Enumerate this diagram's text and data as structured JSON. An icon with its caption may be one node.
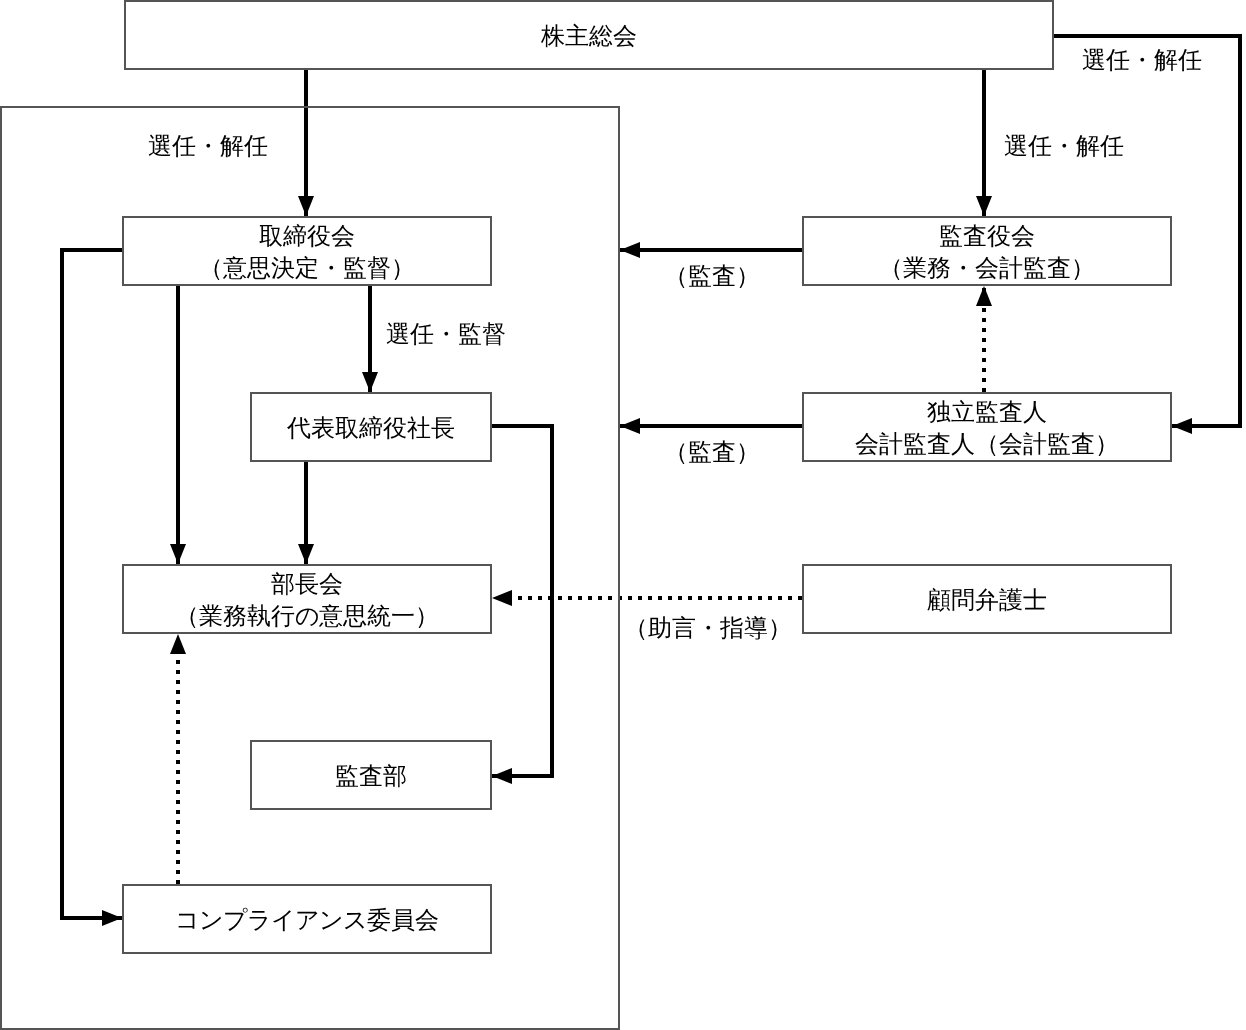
{
  "diagram": {
    "nodes": [
      {
        "text": [
          "株主総会"
        ]
      },
      {
        "text": [],
        "shape": "box"
      },
      {
        "text": [
          "取締役会",
          "（意思決定・監督）"
        ],
        "in": 1
      },
      {
        "text": [
          "監査役会",
          "（業務・会計監査）"
        ]
      },
      {
        "text": [
          "代表取締役社長"
        ],
        "in": 1
      },
      {
        "text": [
          "独立監査人",
          "会計監査人（会計監査）"
        ]
      },
      {
        "text": [
          "部長会",
          "（業務執行の意思統一）"
        ],
        "in": 1
      },
      {
        "text": [
          "顧問弁護士"
        ]
      },
      {
        "text": [
          "監査部"
        ],
        "in": 1
      },
      {
        "text": [
          "コンプライアンス委員会"
        ],
        "in": 1
      }
    ],
    "edges": [
      {
        "from": 0,
        "to": 2,
        "arrow": "to",
        "label": "選任・解任"
      },
      {
        "from": 0,
        "to": 3,
        "arrow": "to",
        "label": "選任・解任"
      },
      {
        "from": 0,
        "to": 5,
        "arrow": "to",
        "label": "選任・解任"
      },
      {
        "from": 3,
        "to": 1,
        "arrow": "to",
        "label": "（監査）"
      },
      {
        "from": 5,
        "to": 1,
        "arrow": "to",
        "label": "（監査）"
      },
      {
        "from": 5,
        "to": 3,
        "arrow": "to",
        "style": "dashed"
      },
      {
        "from": 2,
        "to": 4,
        "arrow": "to",
        "label": "選任・監督"
      },
      {
        "from": 2,
        "to": 6,
        "arrow": "to"
      },
      {
        "from": 2,
        "to": 9,
        "arrow": "to"
      },
      {
        "from": 4,
        "to": 6,
        "arrow": "to"
      },
      {
        "from": 4,
        "to": 8,
        "arrow": "to"
      },
      {
        "from": 7,
        "to": 6,
        "arrow": "to",
        "style": "dashed",
        "label": "（助言・指導）"
      },
      {
        "from": 9,
        "to": 6,
        "arrow": "to",
        "style": "dashed"
      }
    ]
  }
}
